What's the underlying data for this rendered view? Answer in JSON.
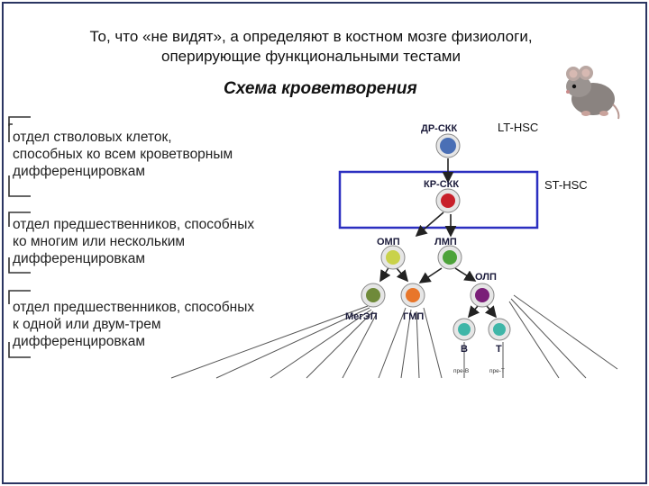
{
  "slide": {
    "title_line1": "То, что «не видят», а определяют в костном мозге физиологи,",
    "title_line2": "оперирующие функциональными тестами",
    "subtitle": "Схема кроветворения"
  },
  "sections": [
    {
      "lines": [
        "отдел стволовых клеток,",
        "способных ко всем кроветворным",
        "дифференцировкам"
      ]
    },
    {
      "lines": [
        "отдел предшественников, способных",
        "ко многим или нескольким",
        "дифференцировкам"
      ]
    },
    {
      "lines": [
        "отдел предшественников, способных",
        "к одной или двум-трем",
        "дифференцировкам"
      ]
    }
  ],
  "hsc_labels": {
    "lt": "LT-HSC",
    "st": "ST-HSC"
  },
  "cells": {
    "dr_skk": {
      "label": "ДР-СКК",
      "color": "#4a6fb5"
    },
    "kr_skk": {
      "label": "КР-СКК",
      "color": "#c8202a"
    },
    "omp": {
      "label": "ОМП",
      "color": "#c9d24a"
    },
    "lmp": {
      "label": "ЛМП",
      "color": "#4da33a"
    },
    "olp": {
      "label": "ОЛП",
      "color": "#7a1f78"
    },
    "meg_ep": {
      "label": "МегЭП",
      "color": "#6f8a3a"
    },
    "gmp": {
      "label": "ГМП",
      "color": "#e8762a"
    },
    "b": {
      "label": "В",
      "color": "#3fb6a8"
    },
    "t": {
      "label": "Т",
      "color": "#3fb6a8"
    }
  },
  "tiny_labels": {
    "pre_b": "пре-В",
    "pre_t": "пре-Т"
  },
  "accent": {
    "box_border": "#2b2fc0",
    "frame": "#2a3562"
  }
}
